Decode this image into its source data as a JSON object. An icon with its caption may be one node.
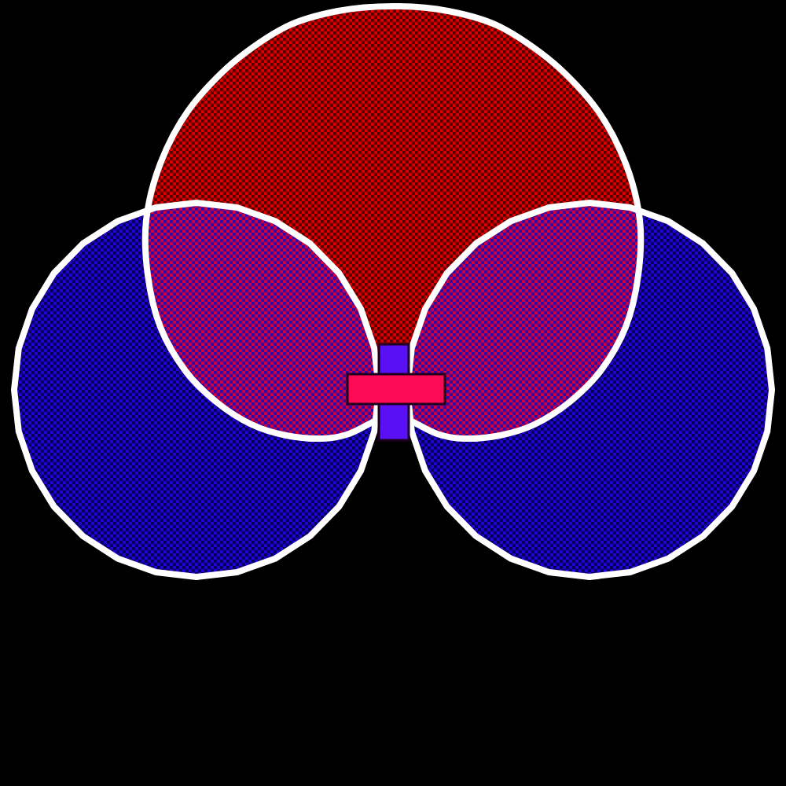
{
  "diagram": {
    "nodes": [
      {
        "text": [],
        "shape": "ellipse"
      },
      {
        "text": [],
        "shape": "circle"
      },
      {
        "text": [],
        "shape": "circle"
      }
    ]
  }
}
